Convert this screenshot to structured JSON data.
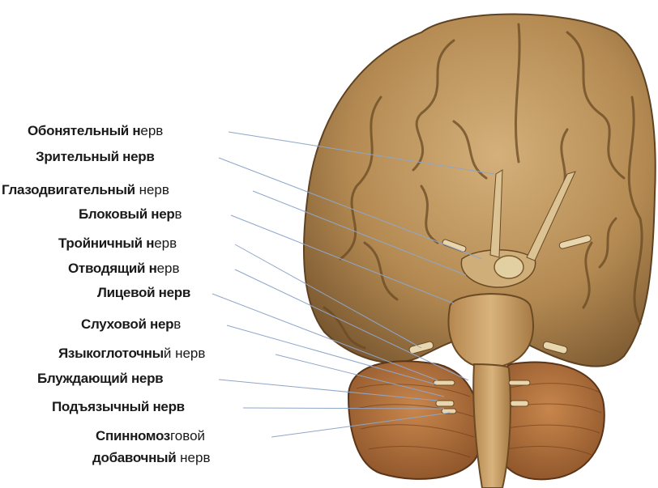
{
  "labels": [
    {
      "bold": "Обонятельный н",
      "rest": "ерв"
    },
    {
      "bold": "Зрительный нерв",
      "rest": ""
    },
    {
      "bold": "Глазодвигательный",
      "rest": " нерв"
    },
    {
      "bold": "Блоковый нер",
      "rest": "в"
    },
    {
      "bold": "Тройничный н",
      "rest": "ерв"
    },
    {
      "bold": "Отводящий н",
      "rest": "ерв"
    },
    {
      "bold": "Лицевой нерв",
      "rest": ""
    },
    {
      "bold": "Слуховой нер",
      "rest": "в"
    },
    {
      "bold": "Языкоглоточны",
      "rest": "й нерв"
    },
    {
      "bold": "Блуждающий нерв",
      "rest": ""
    },
    {
      "bold": "Подъязычный нерв",
      "rest": ""
    },
    {
      "bold": "Спинномоз",
      "rest": "говой"
    },
    {
      "bold": "добавочный",
      "rest": " нерв"
    }
  ],
  "colors": {
    "leader_line": "#8fa6c9",
    "brain_base": "#b8935a",
    "brain_dark": "#7a5a2e",
    "cerebellum": "#a86a3a",
    "text": "#1a1a1a"
  }
}
